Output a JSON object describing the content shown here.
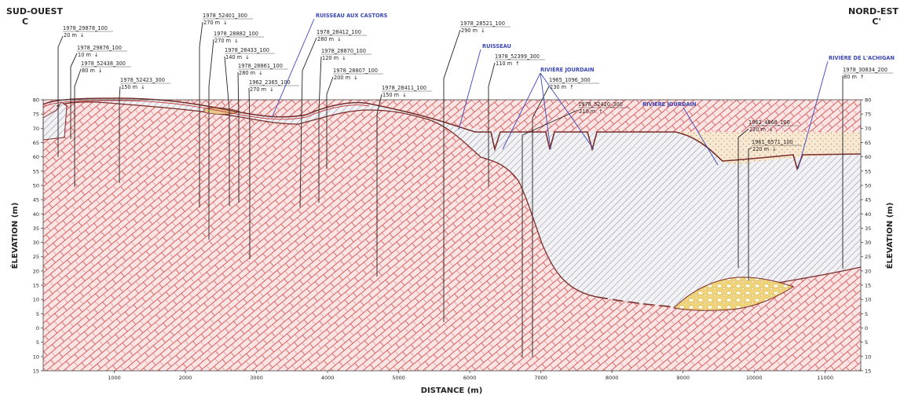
{
  "corners": {
    "left_title": "SUD-OUEST",
    "left_letter": "C",
    "right_title": "NORD-EST",
    "right_letter": "C'"
  },
  "axes": {
    "x_label": "DISTANCE  (m)",
    "y_label": "ÉLEVATION  (m)",
    "x_range": [
      0,
      11500
    ],
    "y_range": [
      -15,
      80
    ],
    "x_ticks": [
      "1000",
      "2000",
      "3000",
      "4000",
      "5000",
      "6000",
      "7000",
      "8000",
      "9000",
      "10000",
      "11000"
    ],
    "y_ticks": [
      "80",
      "75",
      "70",
      "65",
      "60",
      "55",
      "50",
      "45",
      "40",
      "35",
      "30",
      "25",
      "20",
      "15",
      "10",
      "5",
      "0",
      "5",
      "10",
      "15"
    ]
  },
  "colors": {
    "bedrock_line": "#c94040",
    "bedrock_fill": "#fbe4e4",
    "till_hatch": "#8a8ea3",
    "sand_fill": "#f6e8d2",
    "gravel_fill": "#f0d57a",
    "surface_line": "#7a2e2a",
    "well_line": "#222222",
    "river_label": "#3b46b8"
  },
  "rivers": [
    {
      "label": "RUISSEAU AUX CASTORS"
    },
    {
      "label": "RUISSEAU"
    },
    {
      "label": "RIVIÈRE JOURDAIN"
    },
    {
      "label": "RIVIÈRE JOURDAIN"
    },
    {
      "label": "RIVIÈRE DE L'ACHIGAN"
    }
  ],
  "wells": [
    {
      "id": "1978_29878_100",
      "depth": "20 m",
      "arrow": "↓"
    },
    {
      "id": "1978_29876_100",
      "depth": "10 m",
      "arrow": "↓"
    },
    {
      "id": "1978_52438_300",
      "depth": "80 m",
      "arrow": "↓"
    },
    {
      "id": "1978_52423_300",
      "depth": "150 m",
      "arrow": "↓"
    },
    {
      "id": "1978_52401_300",
      "depth": "270 m",
      "arrow": "↓"
    },
    {
      "id": "1978_28882_100",
      "depth": "270 m",
      "arrow": "↓"
    },
    {
      "id": "1978_28433_100",
      "depth": "140 m",
      "arrow": "↓"
    },
    {
      "id": "1978_28861_100",
      "depth": "280 m",
      "arrow": "↓"
    },
    {
      "id": "1962_2365_100",
      "depth": "270 m",
      "arrow": "↓"
    },
    {
      "id": "1978_28412_100",
      "depth": "280 m",
      "arrow": "↓"
    },
    {
      "id": "1978_28870_100",
      "depth": "120 m",
      "arrow": "↓"
    },
    {
      "id": "1978_28807_100",
      "depth": "200 m",
      "arrow": "↓"
    },
    {
      "id": "1978_28411_100",
      "depth": "150 m",
      "arrow": "↓"
    },
    {
      "id": "1978_28521_100",
      "depth": "290 m",
      "arrow": "↓"
    },
    {
      "id": "1978_52399_300",
      "depth": "110 m",
      "arrow": "↑"
    },
    {
      "id": "1965_1096_300",
      "depth": "230 m",
      "arrow": "↑"
    },
    {
      "id": "1978_52420_300",
      "depth": "210 m",
      "arrow": "↑"
    },
    {
      "id": "1962_4868_100",
      "depth": "220 m",
      "arrow": "↓"
    },
    {
      "id": "1961_6571_100",
      "depth": "220 m",
      "arrow": "↓"
    },
    {
      "id": "1978_30834_200",
      "depth": "80 m",
      "arrow": "↑"
    }
  ]
}
